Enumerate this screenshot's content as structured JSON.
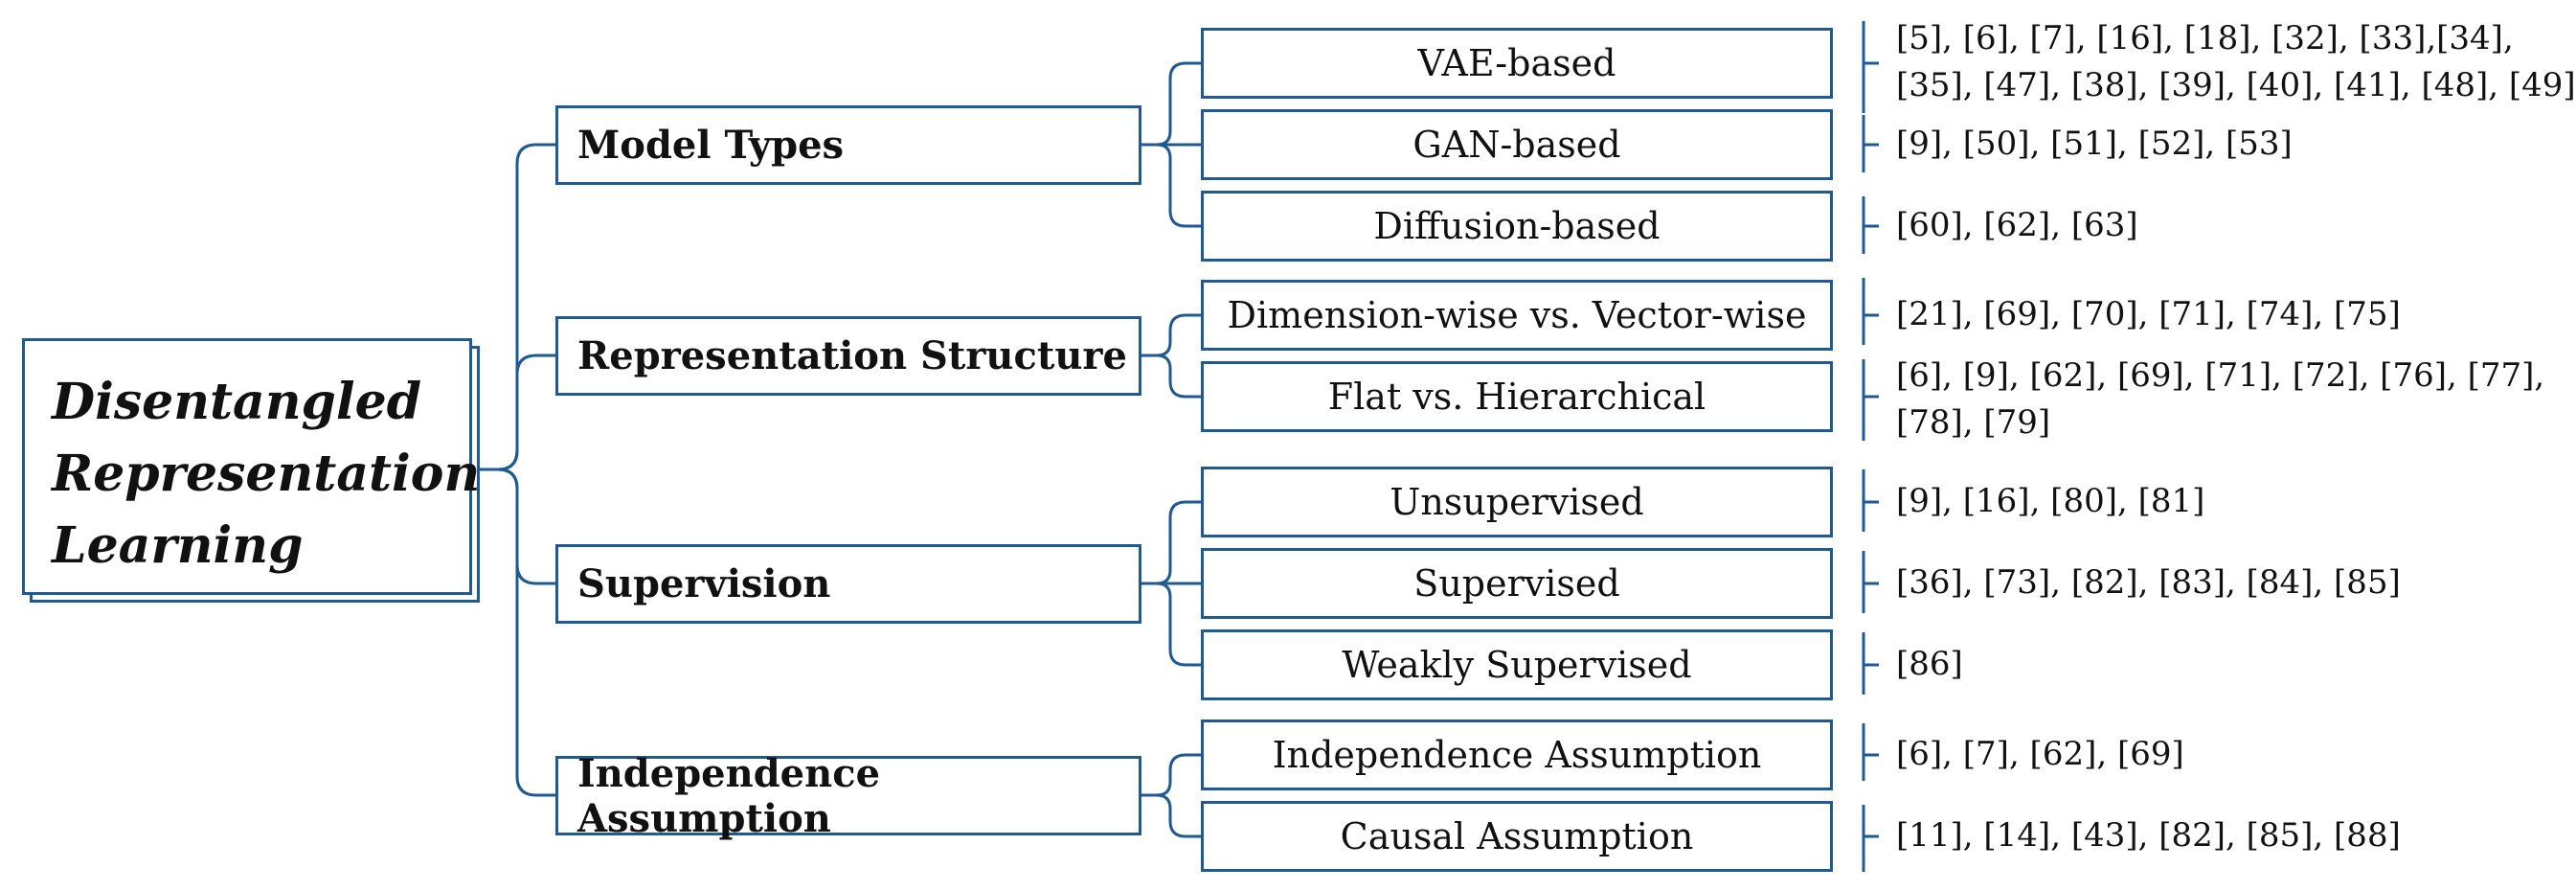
{
  "root": {
    "lines": [
      "Disentangled",
      "Representation",
      "Learning"
    ]
  },
  "categories": [
    {
      "label": "Model Types",
      "children": [
        {
          "label": "VAE-based",
          "refs": [
            "[5], [6], [7], [16], [18], [32], [33],[34],",
            "[35], [47], [38], [39], [40], [41], [48], [49]"
          ]
        },
        {
          "label": "GAN-based",
          "refs": [
            "[9], [50], [51], [52], [53]"
          ]
        },
        {
          "label": "Diffusion-based",
          "refs": [
            "[60], [62], [63]"
          ]
        }
      ]
    },
    {
      "label": "Representation Structure",
      "children": [
        {
          "label": "Dimension-wise vs. Vector-wise",
          "refs": [
            "[21], [69], [70], [71], [74], [75]"
          ]
        },
        {
          "label": "Flat vs. Hierarchical",
          "refs": [
            "[6], [9], [62], [69], [71], [72], [76], [77],",
            "[78], [79]"
          ]
        }
      ]
    },
    {
      "label": "Supervision",
      "children": [
        {
          "label": "Unsupervised",
          "refs": [
            "[9], [16], [80], [81]"
          ]
        },
        {
          "label": "Supervised",
          "refs": [
            "[36], [73], [82], [83], [84], [85]"
          ]
        },
        {
          "label": "Weakly Supervised",
          "refs": [
            "[86]"
          ]
        }
      ]
    },
    {
      "label": "Independence Assumption",
      "children": [
        {
          "label": "Independence Assumption",
          "refs": [
            "[6], [7], [62], [69]"
          ]
        },
        {
          "label": "Causal Assumption",
          "refs": [
            "[11], [14], [43], [82], [85], [88]"
          ]
        }
      ]
    }
  ],
  "colors": {
    "line": "#1f5a92",
    "text": "#111111"
  }
}
